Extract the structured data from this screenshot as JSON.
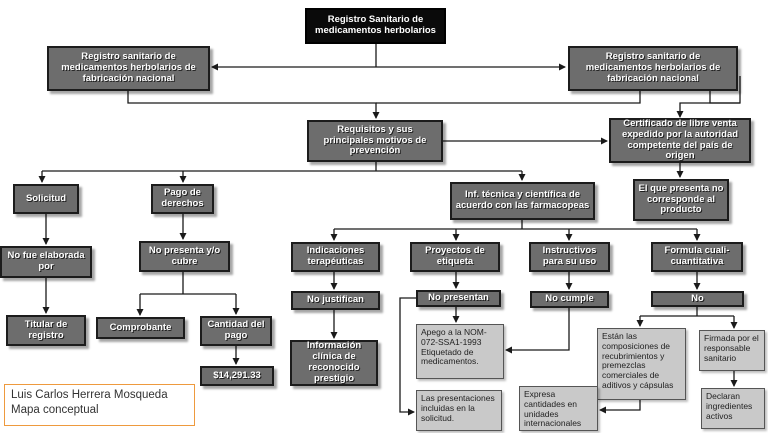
{
  "title": "Registro Sanitario de medicamentos herbolarios",
  "left_top": "Registro sanitario de medicamentos herbolarios de fabricación nacional",
  "right_top": "Registro sanitario de medicamentos herbolarios de fabricación nacional",
  "requirements": "Requisitos y sus principales motivos de prevención",
  "certificate": "Certificado de libre venta expedido por la autoridad competente del país de origen",
  "certificate_issue": "El que presenta no corresponde al producto",
  "solicitud": "Solicitud",
  "solicitud_issue": "No fue elaborada por",
  "solicitud_who": "Titular de registro",
  "pago": "Pago de derechos",
  "pago_issue": "No presenta y/o cubre",
  "comprobante": "Comprobante",
  "cantidad": "Cantidad del pago",
  "monto": "$14,291.33",
  "inf_tecnica": "Inf. técnica y científica de acuerdo con las farmacopeas",
  "indicaciones": "Indicaciones terapéuticas",
  "indicaciones_issue": "No justifican",
  "indicaciones_detail": "Información clínica de reconocido prestigio",
  "proyectos": "Proyectos de etiqueta",
  "proyectos_issue": "No presentan",
  "proyectos_detail_1": "Apego a la NOM-072-SSA1-1993 Etiquetado de medicamentos.",
  "proyectos_detail_2": "Las presentaciones incluidas en la solicitud.",
  "instructivos": "Instructivos para su uso",
  "instructivos_issue": "No cumple",
  "formula": "Formula cuali-cuantitativa",
  "formula_issue": "No",
  "formula_detail_1": "Están las composiciones de recubrimientos y premezclas comerciales de aditivos y cápsulas",
  "formula_detail_2": "Firmada por el responsable sanitario",
  "formula_detail_3": "Declaran ingredientes activos",
  "formula_detail_4": "Expresa cantidades en unidades internacionales",
  "author_name": "Luis Carlos Herrera Mosqueda",
  "author_caption": "Mapa conceptual"
}
